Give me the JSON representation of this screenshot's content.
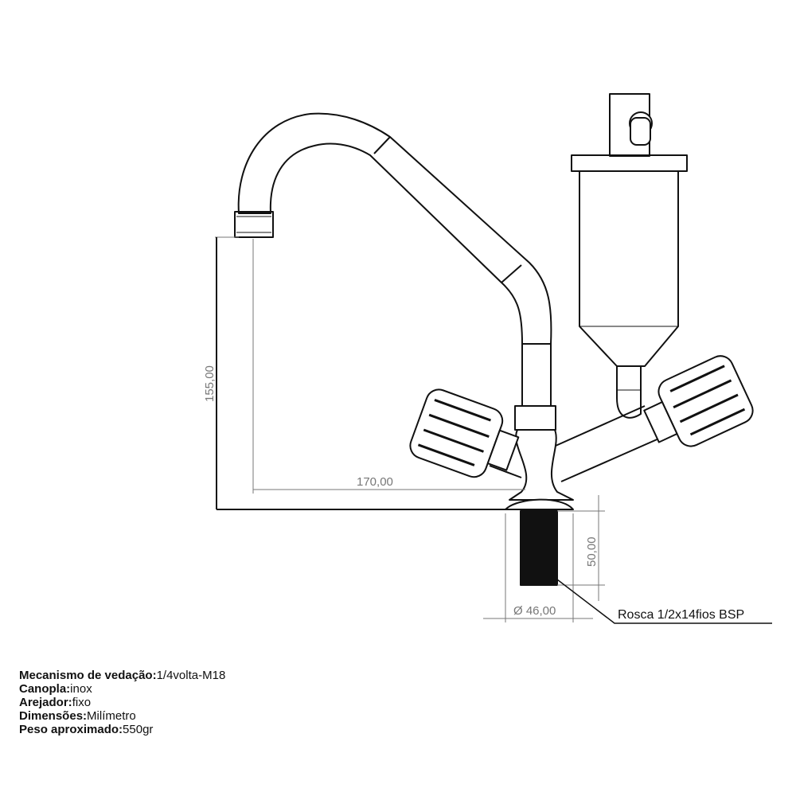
{
  "drawing": {
    "dimensions": {
      "height": "155,00",
      "reach": "170,00",
      "thread_length": "50,00",
      "base_diameter": "Ø 46,00"
    },
    "thread_note": "Rosca 1/2x14fios BSP"
  },
  "specs": [
    {
      "label": "Mecanismo de vedação:",
      "value": "1/4volta-M18"
    },
    {
      "label": "Canopla:",
      "value": "inox"
    },
    {
      "label": "Arejador:",
      "value": "fixo"
    },
    {
      "label": "Dimensões:",
      "value": "Milímetro"
    },
    {
      "label": "Peso aproximado:",
      "value": "550gr"
    }
  ]
}
